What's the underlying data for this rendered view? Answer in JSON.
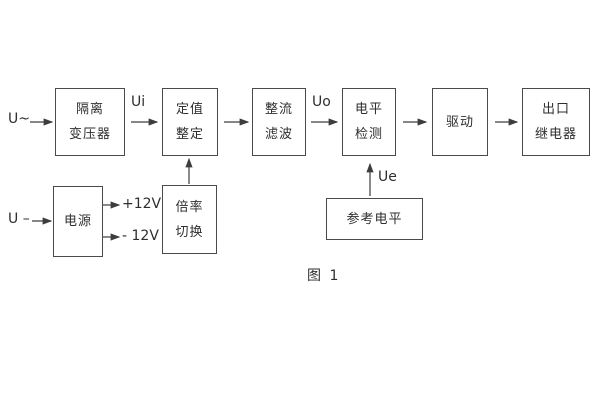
{
  "figure": {
    "caption": "图 1"
  },
  "colors": {
    "line": "#3d3d3d",
    "text": "#2e2e2e",
    "background": "#ffffff"
  },
  "diagram": {
    "boxes": [
      {
        "id": "isolation-transformer",
        "lines": [
          "隔离",
          "变压器"
        ]
      },
      {
        "id": "setting-adjust",
        "lines": [
          "定值",
          "整定"
        ]
      },
      {
        "id": "rectifier-filter",
        "lines": [
          "整流",
          "滤波"
        ]
      },
      {
        "id": "level-detect",
        "lines": [
          "电平",
          "检测"
        ]
      },
      {
        "id": "driver",
        "lines": [
          "驱动"
        ]
      },
      {
        "id": "output-relay",
        "lines": [
          "出口",
          "继电器"
        ]
      },
      {
        "id": "power-supply",
        "lines": [
          "电源"
        ]
      },
      {
        "id": "ratio-switch",
        "lines": [
          "倍率",
          "切换"
        ]
      },
      {
        "id": "reference-level",
        "lines": [
          "参考电平"
        ]
      }
    ],
    "signals": {
      "ac_input": "U~",
      "dc_input": "U –",
      "ui": "Ui",
      "uo": "Uo",
      "ue": "Ue",
      "plus12v": "+12V",
      "minus12v": "- 12V"
    }
  }
}
